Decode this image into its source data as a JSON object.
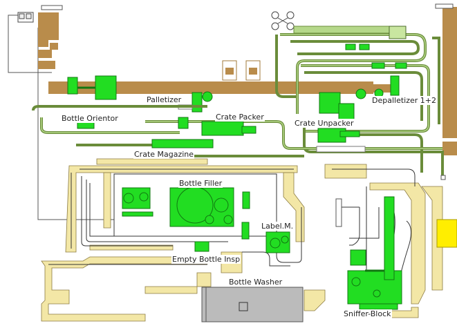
{
  "labels": {
    "palletizer": "Palletizer",
    "depalletizer": "Depalletizer 1+2",
    "bottle_orientor": "Bottle Orientor",
    "crate_packer": "Crate Packer",
    "crate_unpacker": "Crate Unpacker",
    "crate_magazine": "Crate Magazine",
    "bottle_filler": "Bottle Filler",
    "label_m": "Label.M.",
    "empty_bottle_insp": "Empty Bottle Insp",
    "bottle_washer": "Bottle Washer",
    "sniffer_block": "Sniffer-Block"
  },
  "colors": {
    "machine_green": "#22dd22",
    "machine_dark": "#117711",
    "pallet_conveyor": "#b98c4b",
    "bottle_conveyor": "#f3e7a6",
    "crate_track": "#6a8c3a",
    "washer_gray": "#bbbbbb",
    "yellow_block": "#ffee00"
  }
}
